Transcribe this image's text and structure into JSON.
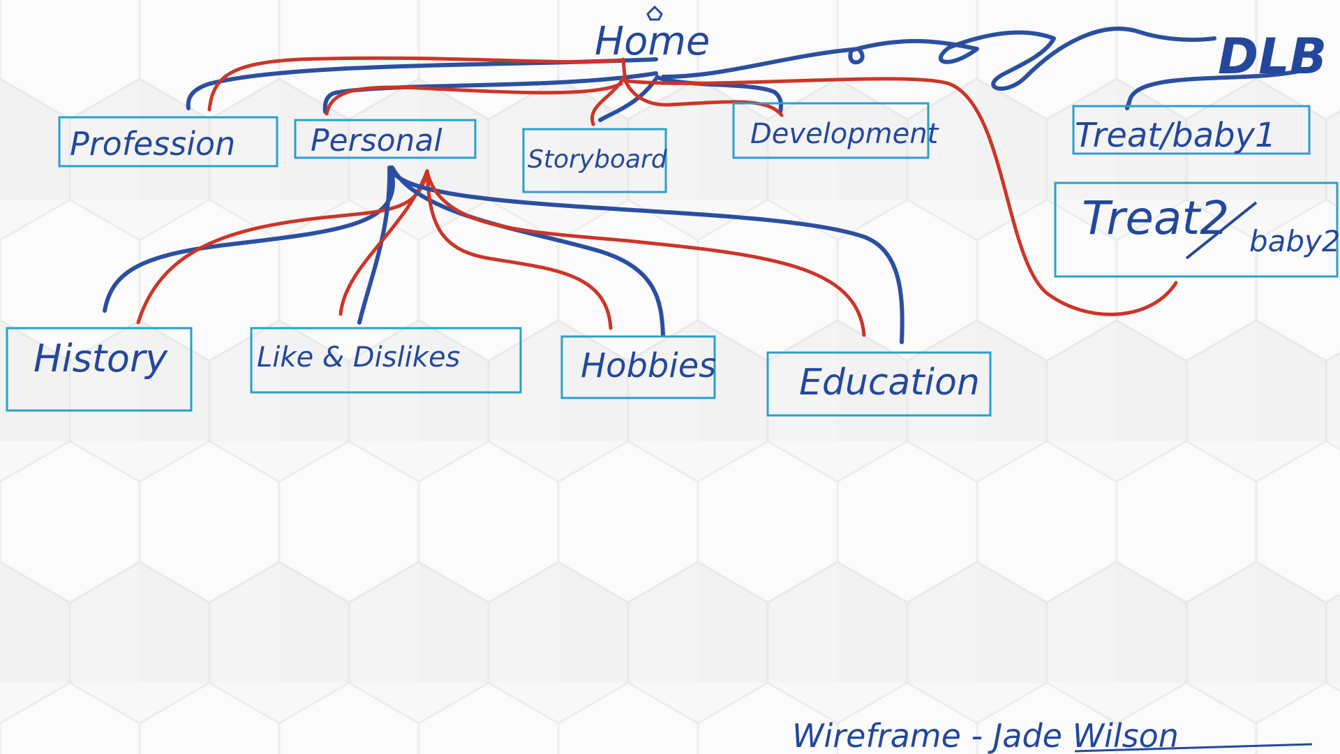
{
  "diagram": {
    "home": "Home",
    "corner_mark": "DLB",
    "nodes": {
      "profession": "Profession",
      "personal": "Personal",
      "storyboard": "Storyboard",
      "development": "Development",
      "treat1": "Treat/baby1",
      "treat2_main": "Treat2",
      "treat2_sub": "baby2",
      "history": "History",
      "likes": "Like & Dislikes",
      "hobbies": "Hobbies",
      "education": "Education"
    },
    "footer": "Wireframe - Jade Wilson"
  },
  "colors": {
    "ink_blue": "#23489b",
    "arrow_blue": "#2b4fa0",
    "arrow_red": "#cc3527",
    "box_stroke": "#2a9fcc"
  }
}
